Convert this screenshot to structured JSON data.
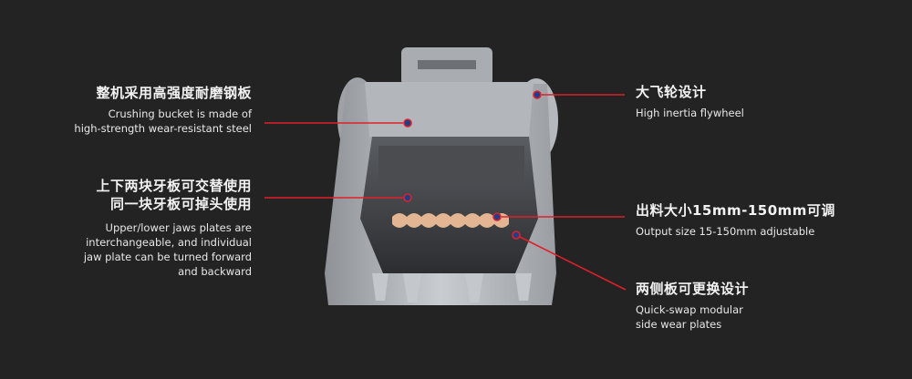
{
  "accent_color": "#e0202a",
  "annotations": {
    "steel": {
      "cn": "整机采用高强度耐磨钢板",
      "en": [
        "Crushing bucket is made of",
        "high-strength wear-resistant steel"
      ]
    },
    "jaws": {
      "cn": [
        "上下两块牙板可交替使用",
        "同一块牙板可掉头使用"
      ],
      "en": [
        "Upper/lower jaws plates are",
        "interchangeable, and individual",
        "jaw plate can be turned forward",
        "and backward"
      ]
    },
    "flywheel": {
      "cn": "大飞轮设计",
      "en": "High inertia flywheel"
    },
    "output": {
      "cn": "出料大小15mm-150mm可调",
      "en": "Output size 15-150mm adjustable"
    },
    "side_plates": {
      "cn": "两侧板可更换设计",
      "en": [
        "Quick-swap modular",
        "side wear plates"
      ]
    }
  }
}
